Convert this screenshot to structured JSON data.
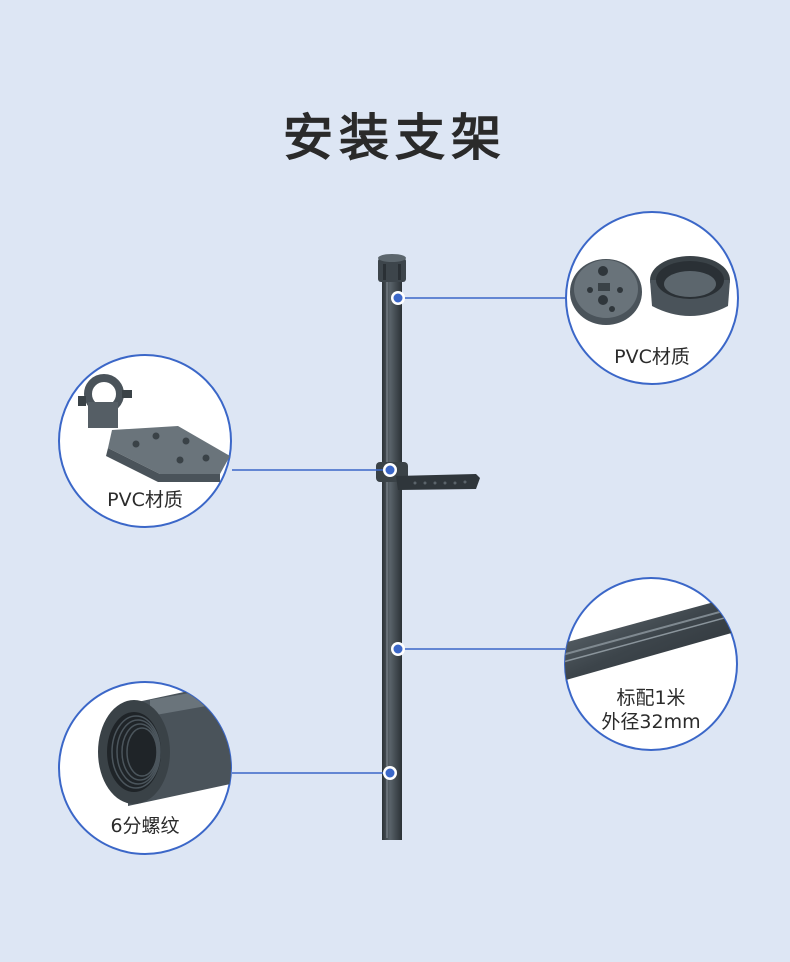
{
  "title": "安装支架",
  "callouts": {
    "top_cap": {
      "label": "PVC材质",
      "subject": "pvc-cap-and-housing"
    },
    "bracket": {
      "label": "PVC材质",
      "subject": "pvc-mounting-bracket"
    },
    "pipe": {
      "line1": "标配1米",
      "line2": "外径32mm",
      "subject": "pipe-section"
    },
    "thread": {
      "label": "6分螺纹",
      "subject": "threaded-pipe-end"
    }
  },
  "colors": {
    "background": "#dde6f4",
    "accent": "#3b67c8",
    "pipe": "#3f474d",
    "circle_fill": "#ffffff"
  }
}
